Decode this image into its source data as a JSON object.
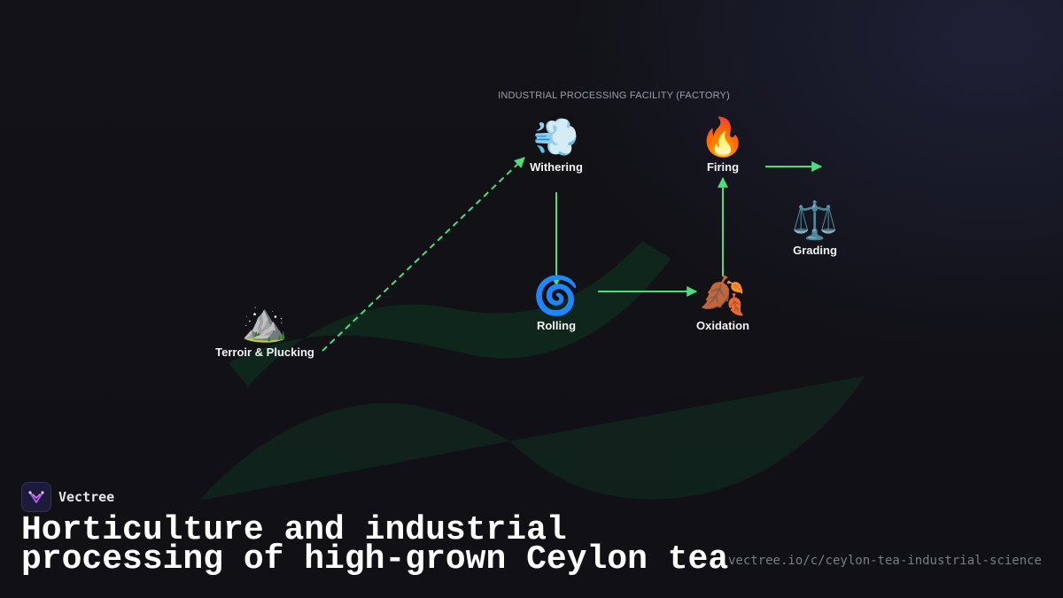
{
  "diagram": {
    "group_caption": "INDUSTRIAL PROCESSING FACILITY (FACTORY)",
    "nodes": {
      "terroir": {
        "icon": "mountain-icon",
        "emoji": "⛰️",
        "label": "Terroir & Plucking"
      },
      "withering": {
        "icon": "dashing-wind-icon",
        "emoji": "💨",
        "label": "Withering"
      },
      "rolling": {
        "icon": "cyclone-icon",
        "emoji": "🌀",
        "label": "Rolling"
      },
      "oxidation": {
        "icon": "fallen-leaves-icon",
        "emoji": "🍂",
        "label": "Oxidation"
      },
      "firing": {
        "icon": "fire-icon",
        "emoji": "🔥",
        "label": "Firing"
      },
      "grading": {
        "icon": "balance-scale-icon",
        "emoji": "⚖️",
        "label": "Grading"
      }
    },
    "edges": [
      {
        "from": "terroir",
        "to": "withering",
        "style": "dashed"
      },
      {
        "from": "withering",
        "to": "rolling",
        "style": "solid"
      },
      {
        "from": "rolling",
        "to": "oxidation",
        "style": "solid"
      },
      {
        "from": "oxidation",
        "to": "firing",
        "style": "solid"
      },
      {
        "from": "firing",
        "to": "grading",
        "style": "solid"
      }
    ],
    "colors": {
      "edge": "#4ade80",
      "background": "#111116",
      "leaf_shape": "#0f2a1e"
    }
  },
  "footer": {
    "brand": "Vectree",
    "brand_icon": "vectree-logo-icon",
    "title": "Horticulture and industrial processing of high-grown Ceylon tea",
    "url": "vectree.io/c/ceylon-tea-industrial-science"
  }
}
